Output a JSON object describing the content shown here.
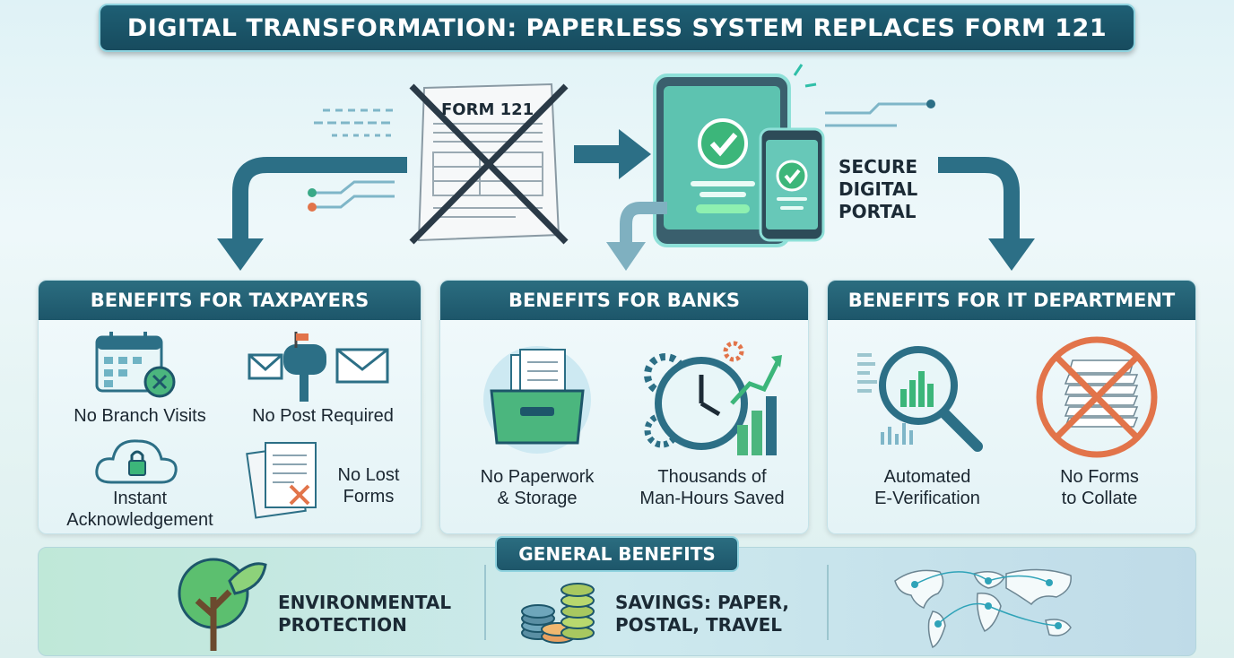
{
  "title": "DIGITAL TRANSFORMATION: PAPERLESS SYSTEM REPLACES FORM 121",
  "top": {
    "form_label": "FORM 121",
    "portal_label": [
      "SECURE",
      "DIGITAL",
      "PORTAL"
    ]
  },
  "panels": {
    "taxpayers": {
      "heading": "BENEFITS FOR TAXPAYERS",
      "items": [
        {
          "label": "No Branch Visits",
          "icon": "calendar-x-icon"
        },
        {
          "label": "No Post Required",
          "icon": "mailbox-icon"
        },
        {
          "label": "Instant\nAcknowledgement",
          "icon": "cloud-lock-icon"
        },
        {
          "label": "No Lost\nForms",
          "icon": "lost-document-icon"
        }
      ]
    },
    "banks": {
      "heading": "BENEFITS FOR BANKS",
      "items": [
        {
          "label": "No Paperwork\n& Storage",
          "icon": "file-drawer-icon"
        },
        {
          "label": "Thousands of\nMan-Hours Saved",
          "icon": "clock-growth-icon"
        }
      ]
    },
    "it": {
      "heading": "BENEFITS FOR IT DEPARTMENT",
      "items": [
        {
          "label": "Automated\nE-Verification",
          "icon": "magnifier-chart-icon"
        },
        {
          "label": "No Forms\nto Collate",
          "icon": "crossed-stack-icon"
        }
      ]
    }
  },
  "general": {
    "heading": "GENERAL BENEFITS",
    "items": [
      {
        "label": "ENVIRONMENTAL\nPROTECTION",
        "icon": "tree-icon"
      },
      {
        "label": "SAVINGS: PAPER,\nPOSTAL, TRAVEL",
        "icon": "coins-icon"
      },
      {
        "label": "",
        "icon": "world-network-icon"
      }
    ]
  },
  "colors": {
    "header": "#1d566a",
    "accent_green": "#3cb67a",
    "accent_orange": "#e2744a",
    "arrow": "#2c6f86"
  }
}
